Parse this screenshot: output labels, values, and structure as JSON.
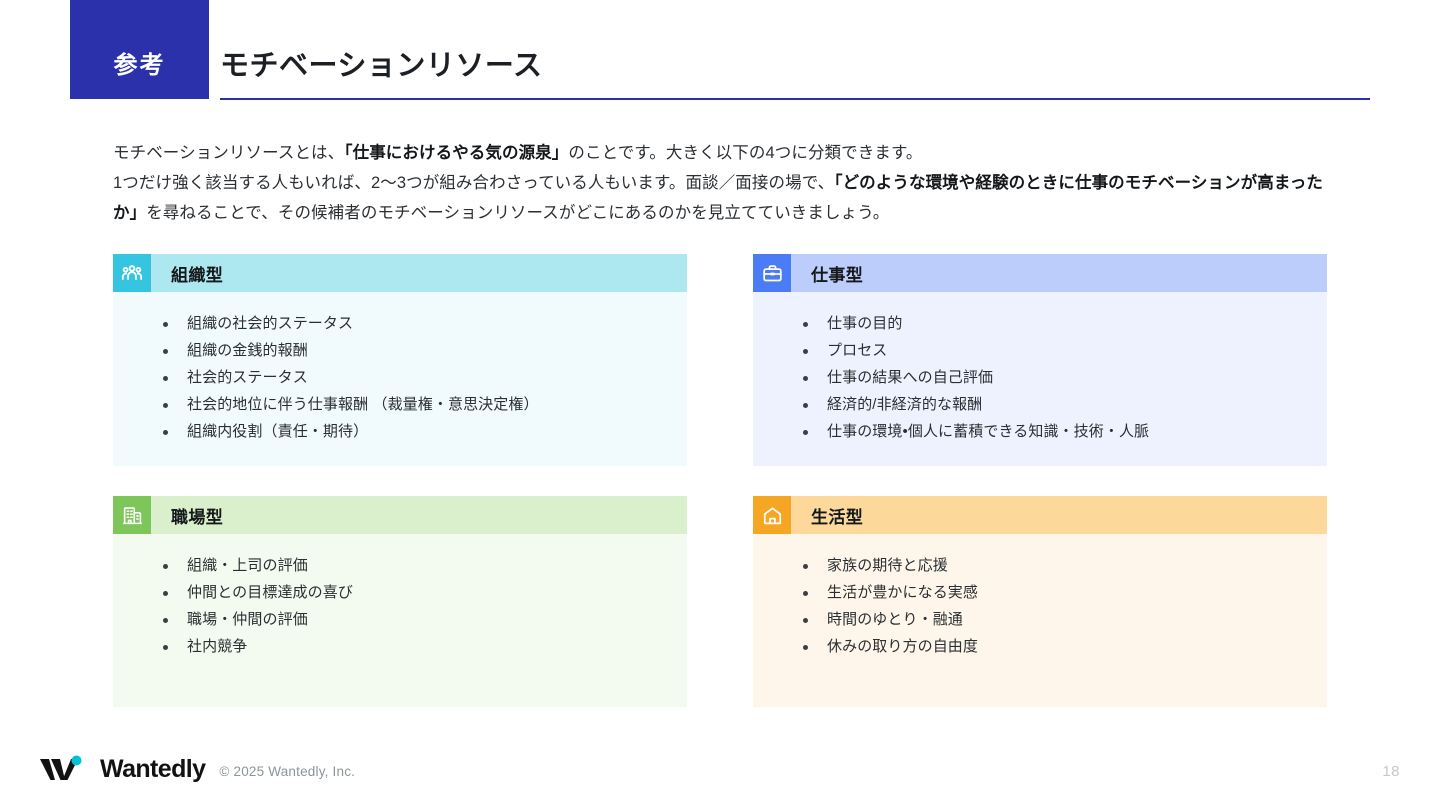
{
  "header": {
    "badge_label": "参考",
    "title": "モチベーションリソース",
    "badge_color": "#2B30AB",
    "rule_color": "#2B30AB"
  },
  "lead": {
    "line1_a": "モチベーションリソースとは、",
    "line1_bold": "「仕事におけるやる気の源泉」",
    "line1_b": "のことです。大きく以下の4つに分類できます。",
    "line2_a": "1つだけ強く該当する人もいれば、2〜3つが組み合わさっている人もいます。面談／面接の場で、",
    "line2_bold": "「どのような環境や経験のときに仕事のモチベーションが高まったか」",
    "line2_b": "を尋ねることで、その候補者のモチベーションリソースがどこにあるのかを見立てていきましょう。"
  },
  "cards": [
    {
      "id": "organization",
      "icon": "people-group-icon",
      "title": "組織型",
      "icon_color": "#36C5E0",
      "head_color": "#ADE7F0",
      "body_color": "#F1FAFC",
      "items": [
        "組織の社会的ステータス",
        "組織の金銭的報酬",
        "社会的ステータス",
        "社会的地位に伴う仕事報酬 （裁量権・意思決定権）",
        "組織内役割（責任・期待）"
      ]
    },
    {
      "id": "job",
      "icon": "briefcase-icon",
      "title": "仕事型",
      "icon_color": "#4B7BF5",
      "head_color": "#BCCDFB",
      "body_color": "#EDF2FE",
      "items": [
        "仕事の目的",
        "プロセス",
        "仕事の結果への自己評価",
        "経済的/非経済的な報酬",
        "仕事の環境•個人に蓄積できる知識・技術・人脈"
      ]
    },
    {
      "id": "workplace",
      "icon": "office-building-icon",
      "title": "職場型",
      "icon_color": "#7DC75A",
      "head_color": "#DAEFCB",
      "body_color": "#F3FAEF",
      "items": [
        "組織・上司の評価",
        "仲間との目標達成の喜び",
        "職場・仲間の評価",
        "社内競争"
      ]
    },
    {
      "id": "life",
      "icon": "home-icon",
      "title": "生活型",
      "icon_color": "#F5A623",
      "head_color": "#FCD89B",
      "body_color": "#FEF6EA",
      "items": [
        "家族の期待と応援",
        "生活が豊かになる実感",
        "時間のゆとり・融通",
        "休みの取り方の自由度"
      ]
    }
  ],
  "footer": {
    "logo_word": "Wantedly",
    "copyright": "© 2025 Wantedly, Inc.",
    "page_number": "18",
    "logo_dot_color": "#00C2D7"
  }
}
